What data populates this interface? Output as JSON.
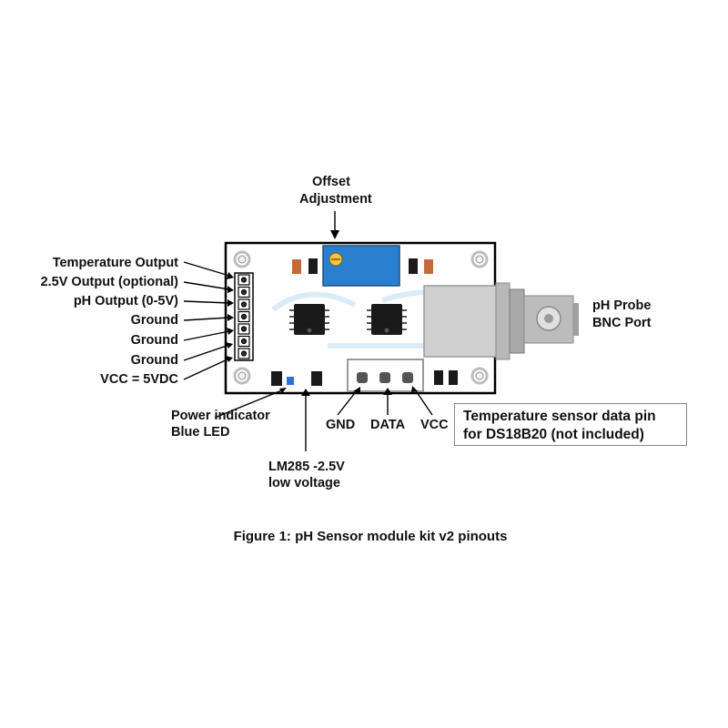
{
  "labels": {
    "offset": [
      "Offset",
      "Adjustment"
    ],
    "pins": [
      "Temperature Output",
      "2.5V Output (optional)",
      "pH Output (0-5V)",
      "Ground",
      "Ground",
      "Ground",
      "VCC = 5VDC"
    ],
    "probe": [
      "pH Probe",
      "BNC Port"
    ],
    "power_led": [
      "Power indicator",
      "Blue LED"
    ],
    "lm285": [
      "LM285 -2.5V",
      "low voltage"
    ],
    "sensor_pins": [
      "GND",
      "DATA",
      "VCC"
    ],
    "sensor_note": [
      "Temperature sensor data pin",
      "for DS18B20 (not included)"
    ]
  },
  "caption": "Figure 1: pH Sensor module kit v2 pinouts",
  "colors": {
    "board": "#ffffff",
    "outline": "#000000",
    "potentiometer": "#2a7fd0",
    "resistor": "#c46a3a",
    "chip": "#1a1a1a",
    "led": "#2f6fe0",
    "bnc": "#c8c8c8"
  }
}
